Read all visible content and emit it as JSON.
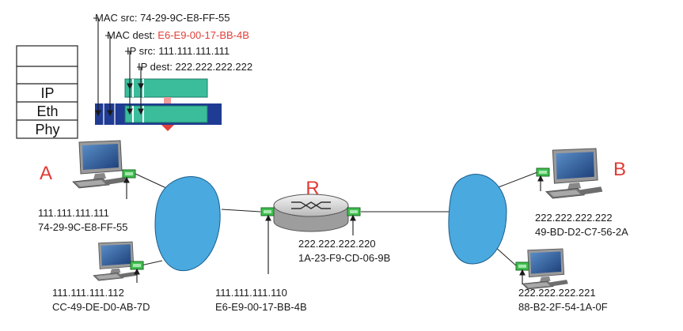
{
  "protocol_stack": {
    "layers": [
      "",
      "",
      "IP",
      "Eth",
      "Phy"
    ]
  },
  "frame_labels": {
    "mac_src": {
      "prefix": "MAC src: ",
      "value": "74-29-9C-E8-FF-55"
    },
    "mac_dest": {
      "prefix": "MAC dest: ",
      "value": "E6-E9-00-17-BB-4B"
    },
    "ip_src": "IP src: 111.111.111.111",
    "ip_dest": "IP dest: 222.222.222.222"
  },
  "hosts": {
    "a_label": "A",
    "b_label": "B",
    "router_label": "R",
    "host_a": {
      "ip": "111.111.111.111",
      "mac": "74-29-9C-E8-FF-55"
    },
    "host_a2": {
      "ip": "111.111.111.112",
      "mac": "CC-49-DE-D0-AB-7D"
    },
    "router_left": {
      "ip": "111.111.111.110",
      "mac": "E6-E9-00-17-BB-4B"
    },
    "router_right": {
      "ip": "222.222.222.220",
      "mac": "1A-23-F9-CD-06-9B"
    },
    "host_b": {
      "ip": "222.222.222.222",
      "mac": "49-BD-D2-C7-56-2A"
    },
    "host_b2": {
      "ip": "222.222.222.221",
      "mac": "88-B2-2F-54-1A-0F"
    }
  },
  "colors": {
    "eth_frame": "#1f3b93",
    "ip_datagram": "#3bbd9c",
    "subnet_cloud": "#4aa9df",
    "interface": "#3fbf4f",
    "highlight_text": "#e0403a"
  }
}
